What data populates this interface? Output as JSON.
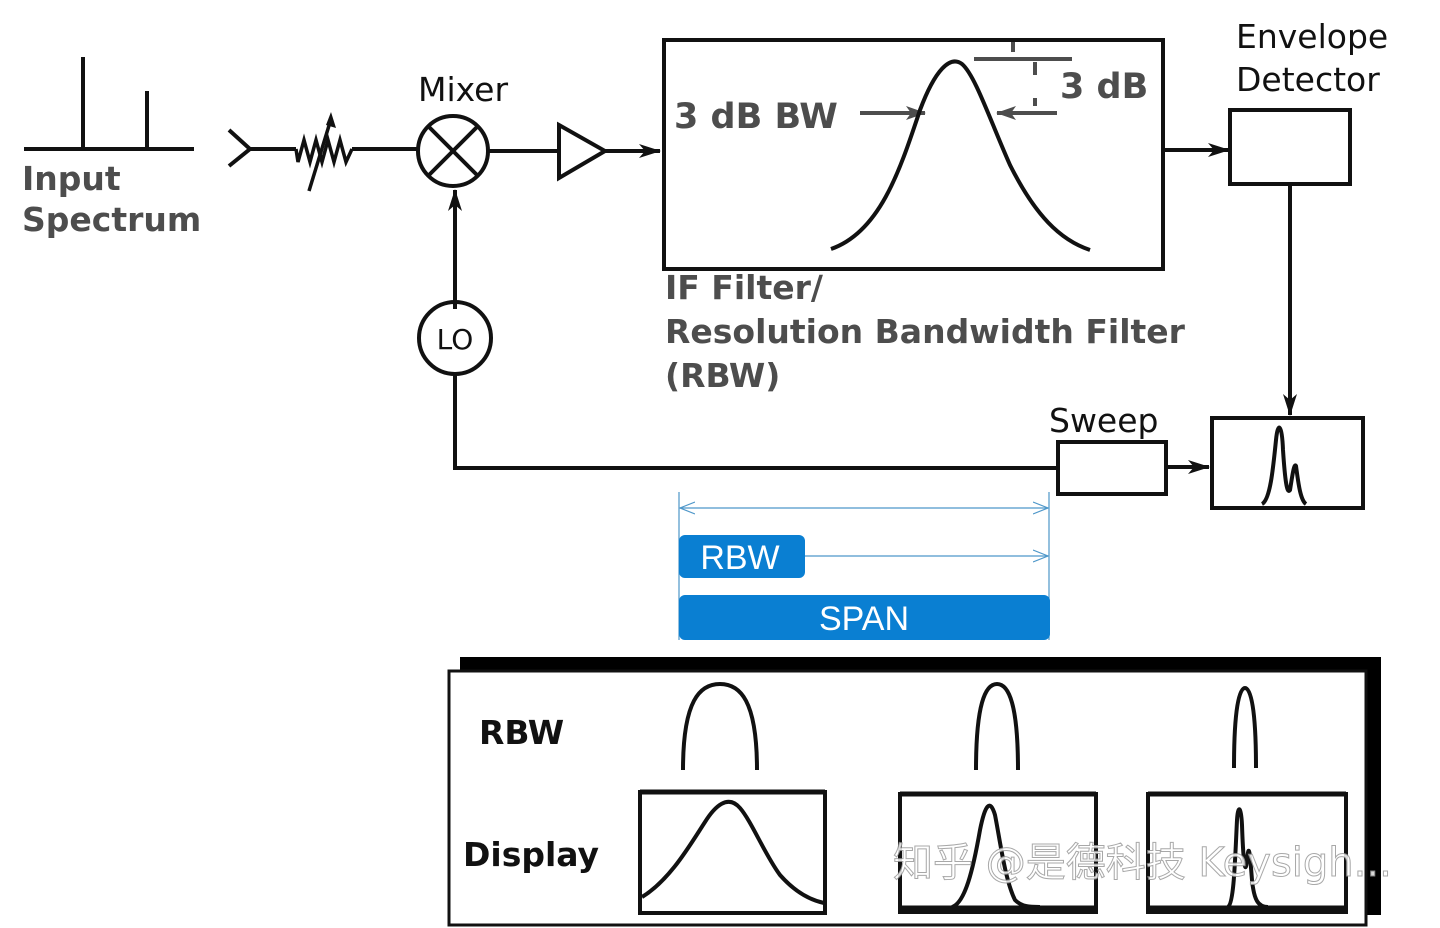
{
  "diagram": {
    "title": "Spectrum analyzer block diagram",
    "colors": {
      "line": "#111111",
      "label_gray": "#4d4d4d",
      "accent_blue": "#0a7fd2",
      "dimension_line": "#4e97c9"
    },
    "input_spectrum": {
      "label_line1": "Input",
      "label_line2": "Spectrum"
    },
    "mixer": {
      "label": "Mixer"
    },
    "local_oscillator": {
      "label": "LO"
    },
    "if_filter": {
      "bw_label": "3 dB BW",
      "db_label": "3 dB",
      "caption_line1": "IF Filter/",
      "caption_line2": "Resolution Bandwidth Filter",
      "caption_line3": "(RBW)"
    },
    "envelope_detector": {
      "label_line1": "Envelope",
      "label_line2": "Detector"
    },
    "sweep": {
      "label": "Sweep"
    },
    "rbw_span": {
      "rbw_label": "RBW",
      "span_label": "SPAN"
    },
    "comparison_panel": {
      "row_rbw_label": "RBW",
      "row_display_label": "Display",
      "columns": [
        "wide",
        "medium",
        "narrow"
      ]
    },
    "watermark": "知乎 @是德科技 Keysigh..."
  }
}
